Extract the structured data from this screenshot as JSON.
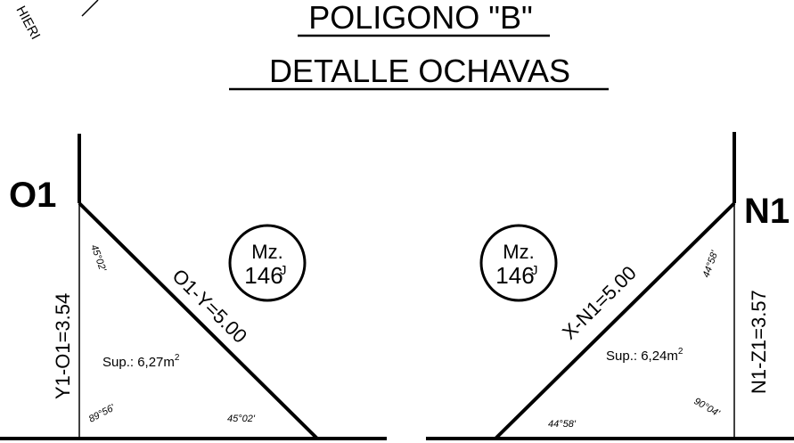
{
  "header": {
    "corner_text": "HIERI",
    "title_line1": "POLIGONO \"B\"",
    "title_line2": "DETALLE OCHAVAS"
  },
  "left_detail": {
    "point_label": "O1",
    "side_dimension": "Y1-O1=3.54",
    "diagonal_dimension": "O1-Y=5.00",
    "block_label": "Mz.",
    "block_number": "146",
    "block_suffix": "J",
    "area_prefix": "Sup.: 6,27m",
    "area_exponent": "2",
    "angle_top": "45°02'",
    "angle_bottom_left": "89°56'",
    "angle_bottom_right": "45°02'"
  },
  "right_detail": {
    "point_label": "N1",
    "side_dimension": "N1-Z1=3.57",
    "diagonal_dimension": "X-N1=5.00",
    "block_label": "Mz.",
    "block_number": "146",
    "block_suffix": "J",
    "area_prefix": "Sup.: 6,24m",
    "area_exponent": "2",
    "angle_top": "44°58'",
    "angle_bottom_left": "44°58'",
    "angle_bottom_right": "90°04'"
  }
}
